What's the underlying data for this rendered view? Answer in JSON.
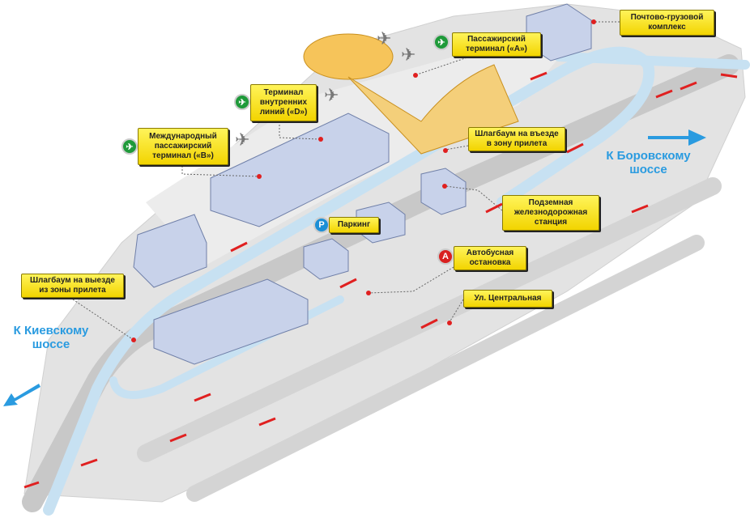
{
  "labels": {
    "cargo": "Почтово-грузовой комплекс",
    "terminal_a": "Пассажирский терминал («A»)",
    "terminal_d": "Терминал внутренних линий («D»)",
    "terminal_b": "Международный пассажирский терминал («B»)",
    "barrier_entry": "Шлагбаум на въезде в зону прилета",
    "railway": "Подземная железнодорожная станция",
    "parking": "Паркинг",
    "bus_stop": "Автобусная остановка",
    "central_st": "Ул. Центральная",
    "barrier_exit": "Шлагбаум на выезде из зоны прилета"
  },
  "icons": {
    "parking": "P",
    "bus": "A",
    "plane": "✈"
  },
  "directions": {
    "borovskoe": "К Боровскому шоссе",
    "kievskoe": "К Киевскому шоссе"
  },
  "colors": {
    "label_bg": "#f7e600",
    "road": "#c4dff0",
    "ground": "#e2e2e2",
    "direction": "#2a9be0",
    "arrows": "#e02020"
  }
}
